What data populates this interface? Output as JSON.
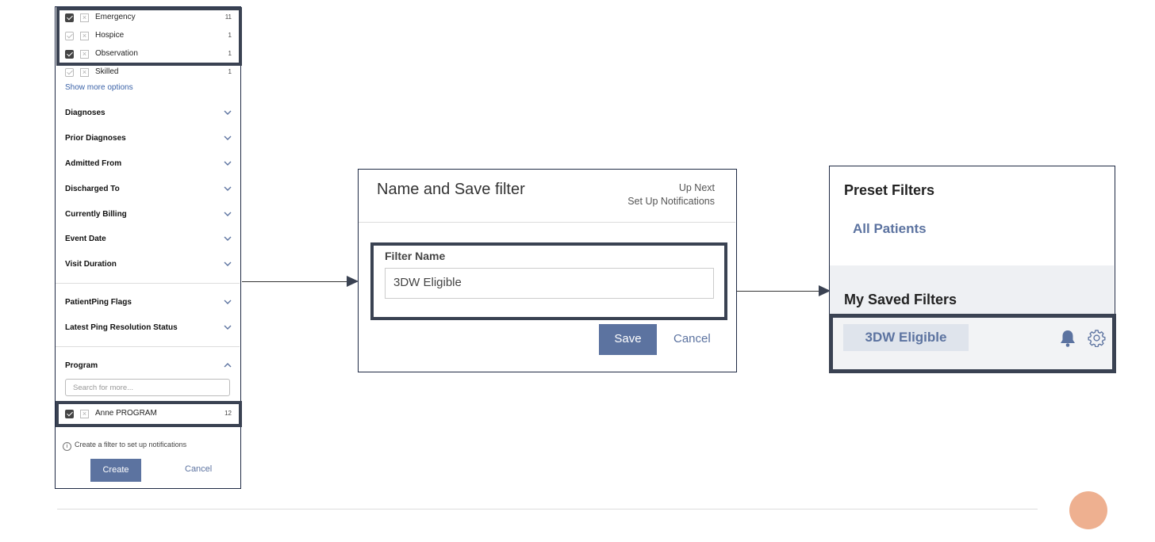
{
  "left_panel": {
    "options": [
      {
        "label": "Emergency",
        "count": "11",
        "checked": true
      },
      {
        "label": "Hospice",
        "count": "1",
        "checked": false
      },
      {
        "label": "Observation",
        "count": "1",
        "checked": true
      },
      {
        "label": "Skilled",
        "count": "1",
        "checked": false
      }
    ],
    "show_more": "Show more options",
    "sections_a": [
      "Diagnoses",
      "Prior Diagnoses",
      "Admitted From",
      "Discharged To",
      "Currently Billing",
      "Event Date",
      "Visit Duration"
    ],
    "sections_b": [
      "PatientPing Flags",
      "Latest Ping Resolution Status"
    ],
    "program_section": "Program",
    "search_placeholder": "Search for more...",
    "program_option": {
      "label": "Anne PROGRAM",
      "count": "12",
      "checked": true
    },
    "info_text": "Create a filter to set up notifications",
    "create_label": "Create",
    "cancel_label": "Cancel"
  },
  "save_dialog": {
    "title": "Name and Save filter",
    "up_next": "Up Next",
    "next_step": "Set Up Notifications",
    "field_label": "Filter Name",
    "field_value": "3DW Eligible",
    "save_label": "Save",
    "cancel_label": "Cancel"
  },
  "filters_panel": {
    "preset_title": "Preset Filters",
    "preset_item": "All Patients",
    "saved_title": "My Saved Filters",
    "saved_item": "3DW Eligible",
    "bell_icon": "bell-icon",
    "gear_icon": "gear-icon"
  },
  "colors": {
    "accent": "#5c73a0",
    "highlight_border": "#3a4252",
    "panel_border": "#1f2a44",
    "footer_dot": "#eeb090"
  }
}
